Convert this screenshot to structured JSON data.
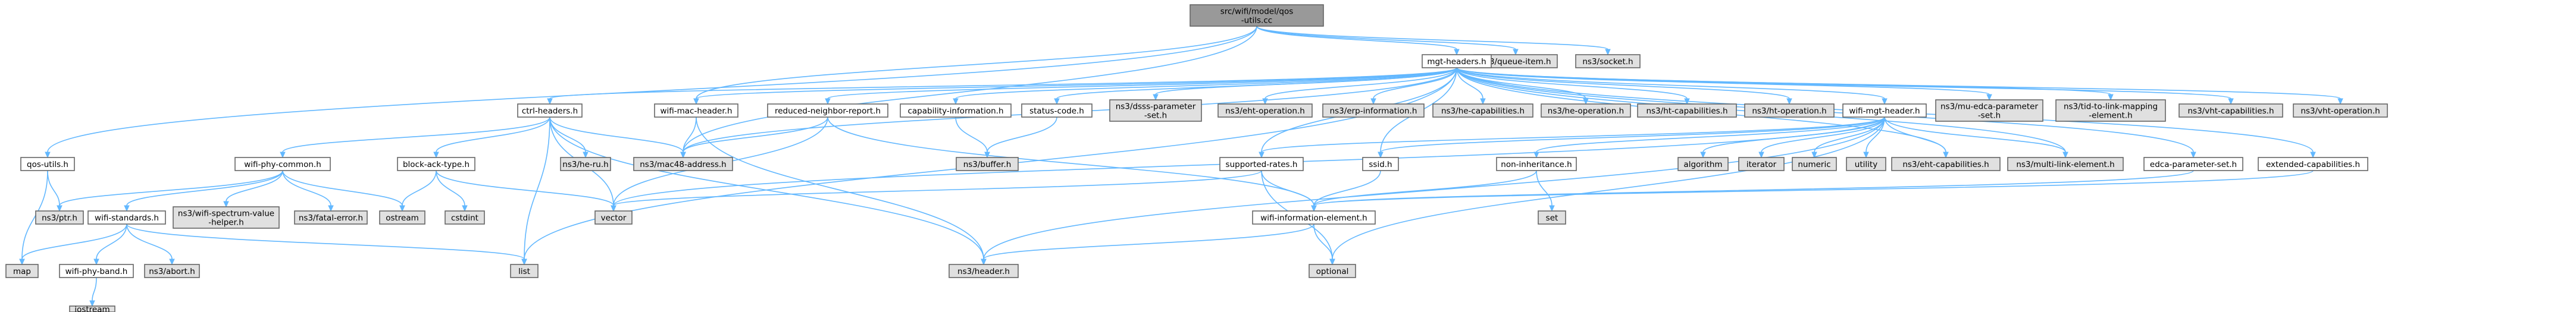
{
  "colors": {
    "root_fill": "#999999",
    "doc_fill": "#ffffff",
    "ext_fill": "#e0e0e0",
    "edge": "#63b8ff",
    "border": "#666666"
  },
  "nodes": [
    {
      "id": "root",
      "kind": "root",
      "lines": [
        "src/wifi/model/qos",
        "-utils.cc"
      ]
    },
    {
      "id": "queue_item",
      "kind": "ext",
      "lines": [
        "ns3/queue-item.h"
      ]
    },
    {
      "id": "socket",
      "kind": "ext",
      "lines": [
        "ns3/socket.h"
      ]
    },
    {
      "id": "mgt_headers",
      "kind": "doc",
      "lines": [
        "mgt-headers.h"
      ]
    },
    {
      "id": "qos_utils",
      "kind": "doc",
      "lines": [
        "qos-utils.h"
      ]
    },
    {
      "id": "ctrl_headers",
      "kind": "doc",
      "lines": [
        "ctrl-headers.h"
      ]
    },
    {
      "id": "wifi_mac_header",
      "kind": "doc",
      "lines": [
        "wifi-mac-header.h"
      ]
    },
    {
      "id": "reduced_neighbor",
      "kind": "doc",
      "lines": [
        "reduced-neighbor-report.h"
      ]
    },
    {
      "id": "capability_info",
      "kind": "doc",
      "lines": [
        "capability-information.h"
      ]
    },
    {
      "id": "status_code",
      "kind": "doc",
      "lines": [
        "status-code.h"
      ]
    },
    {
      "id": "dsss_param",
      "kind": "ext",
      "lines": [
        "ns3/dsss-parameter",
        "-set.h"
      ]
    },
    {
      "id": "eht_operation",
      "kind": "ext",
      "lines": [
        "ns3/eht-operation.h"
      ]
    },
    {
      "id": "erp_info",
      "kind": "ext",
      "lines": [
        "ns3/erp-information.h"
      ]
    },
    {
      "id": "he_cap",
      "kind": "ext",
      "lines": [
        "ns3/he-capabilities.h"
      ]
    },
    {
      "id": "he_op",
      "kind": "ext",
      "lines": [
        "ns3/he-operation.h"
      ]
    },
    {
      "id": "ht_cap",
      "kind": "ext",
      "lines": [
        "ns3/ht-capabilities.h"
      ]
    },
    {
      "id": "ht_op",
      "kind": "ext",
      "lines": [
        "ns3/ht-operation.h"
      ]
    },
    {
      "id": "wifi_mgt_header",
      "kind": "doc",
      "lines": [
        "wifi-mgt-header.h"
      ]
    },
    {
      "id": "mu_edca",
      "kind": "ext",
      "lines": [
        "ns3/mu-edca-parameter",
        "-set.h"
      ]
    },
    {
      "id": "tid_to_link",
      "kind": "ext",
      "lines": [
        "ns3/tid-to-link-mapping",
        "-element.h"
      ]
    },
    {
      "id": "vht_cap",
      "kind": "ext",
      "lines": [
        "ns3/vht-capabilities.h"
      ]
    },
    {
      "id": "vht_op",
      "kind": "ext",
      "lines": [
        "ns3/vht-operation.h"
      ]
    },
    {
      "id": "wifi_phy_common",
      "kind": "doc",
      "lines": [
        "wifi-phy-common.h"
      ]
    },
    {
      "id": "block_ack_type",
      "kind": "doc",
      "lines": [
        "block-ack-type.h"
      ]
    },
    {
      "id": "he_ru",
      "kind": "ext",
      "lines": [
        "ns3/he-ru.h"
      ]
    },
    {
      "id": "mac48",
      "kind": "ext",
      "lines": [
        "ns3/mac48-address.h"
      ]
    },
    {
      "id": "buffer",
      "kind": "ext",
      "lines": [
        "ns3/buffer.h"
      ]
    },
    {
      "id": "supported_rates",
      "kind": "doc",
      "lines": [
        "supported-rates.h"
      ]
    },
    {
      "id": "ssid",
      "kind": "doc",
      "lines": [
        "ssid.h"
      ]
    },
    {
      "id": "non_inheritance",
      "kind": "doc",
      "lines": [
        "non-inheritance.h"
      ]
    },
    {
      "id": "algorithm",
      "kind": "ext",
      "lines": [
        "algorithm"
      ]
    },
    {
      "id": "iterator",
      "kind": "ext",
      "lines": [
        "iterator"
      ]
    },
    {
      "id": "numeric",
      "kind": "ext",
      "lines": [
        "numeric"
      ]
    },
    {
      "id": "utility",
      "kind": "ext",
      "lines": [
        "utility"
      ]
    },
    {
      "id": "eht_cap",
      "kind": "ext",
      "lines": [
        "ns3/eht-capabilities.h"
      ]
    },
    {
      "id": "multi_link",
      "kind": "ext",
      "lines": [
        "ns3/multi-link-element.h"
      ]
    },
    {
      "id": "edca_param",
      "kind": "doc",
      "lines": [
        "edca-parameter-set.h"
      ]
    },
    {
      "id": "ext_cap",
      "kind": "doc",
      "lines": [
        "extended-capabilities.h"
      ]
    },
    {
      "id": "ptr",
      "kind": "ext",
      "lines": [
        "ns3/ptr.h"
      ]
    },
    {
      "id": "wifi_spectrum",
      "kind": "ext",
      "lines": [
        "ns3/wifi-spectrum-value",
        "-helper.h"
      ]
    },
    {
      "id": "fatal_error",
      "kind": "ext",
      "lines": [
        "ns3/fatal-error.h"
      ]
    },
    {
      "id": "ostream",
      "kind": "ext",
      "lines": [
        "ostream"
      ]
    },
    {
      "id": "cstdint",
      "kind": "ext",
      "lines": [
        "cstdint"
      ]
    },
    {
      "id": "wifi_standards",
      "kind": "doc",
      "lines": [
        "wifi-standards.h"
      ]
    },
    {
      "id": "vector",
      "kind": "ext",
      "lines": [
        "vector"
      ]
    },
    {
      "id": "wifi_info_elem",
      "kind": "doc",
      "lines": [
        "wifi-information-element.h"
      ]
    },
    {
      "id": "set",
      "kind": "ext",
      "lines": [
        "set"
      ]
    },
    {
      "id": "map",
      "kind": "ext",
      "lines": [
        "map"
      ]
    },
    {
      "id": "wifi_phy_band",
      "kind": "doc",
      "lines": [
        "wifi-phy-band.h"
      ]
    },
    {
      "id": "abort",
      "kind": "ext",
      "lines": [
        "ns3/abort.h"
      ]
    },
    {
      "id": "list",
      "kind": "ext",
      "lines": [
        "list"
      ]
    },
    {
      "id": "header",
      "kind": "ext",
      "lines": [
        "ns3/header.h"
      ]
    },
    {
      "id": "optional",
      "kind": "ext",
      "lines": [
        "optional"
      ]
    },
    {
      "id": "iostream",
      "kind": "ext",
      "lines": [
        "iostream"
      ]
    }
  ],
  "edges": [
    [
      "root",
      "queue_item"
    ],
    [
      "root",
      "socket"
    ],
    [
      "root",
      "mgt_headers"
    ],
    [
      "root",
      "qos_utils"
    ],
    [
      "root",
      "wifi_mac_header"
    ],
    [
      "root",
      "mac48"
    ],
    [
      "mgt_headers",
      "ctrl_headers"
    ],
    [
      "mgt_headers",
      "wifi_mac_header"
    ],
    [
      "mgt_headers",
      "reduced_neighbor"
    ],
    [
      "mgt_headers",
      "capability_info"
    ],
    [
      "mgt_headers",
      "status_code"
    ],
    [
      "mgt_headers",
      "dsss_param"
    ],
    [
      "mgt_headers",
      "eht_operation"
    ],
    [
      "mgt_headers",
      "erp_info"
    ],
    [
      "mgt_headers",
      "he_cap"
    ],
    [
      "mgt_headers",
      "he_op"
    ],
    [
      "mgt_headers",
      "ht_cap"
    ],
    [
      "mgt_headers",
      "ht_op"
    ],
    [
      "mgt_headers",
      "wifi_mgt_header"
    ],
    [
      "mgt_headers",
      "mu_edca"
    ],
    [
      "mgt_headers",
      "tid_to_link"
    ],
    [
      "mgt_headers",
      "vht_cap"
    ],
    [
      "mgt_headers",
      "vht_op"
    ],
    [
      "mgt_headers",
      "supported_rates"
    ],
    [
      "mgt_headers",
      "ssid"
    ],
    [
      "mgt_headers",
      "edca_param"
    ],
    [
      "mgt_headers",
      "ext_cap"
    ],
    [
      "mgt_headers",
      "multi_link"
    ],
    [
      "mgt_headers",
      "eht_cap"
    ],
    [
      "mgt_headers",
      "mac48"
    ],
    [
      "mgt_headers",
      "list"
    ],
    [
      "qos_utils",
      "ptr"
    ],
    [
      "qos_utils",
      "map"
    ],
    [
      "ctrl_headers",
      "wifi_phy_common"
    ],
    [
      "ctrl_headers",
      "block_ack_type"
    ],
    [
      "ctrl_headers",
      "he_ru"
    ],
    [
      "ctrl_headers",
      "mac48"
    ],
    [
      "ctrl_headers",
      "header"
    ],
    [
      "ctrl_headers",
      "list"
    ],
    [
      "ctrl_headers",
      "vector"
    ],
    [
      "wifi_mac_header",
      "mac48"
    ],
    [
      "wifi_mac_header",
      "header"
    ],
    [
      "reduced_neighbor",
      "mac48"
    ],
    [
      "reduced_neighbor",
      "wifi_info_elem"
    ],
    [
      "reduced_neighbor",
      "vector"
    ],
    [
      "capability_info",
      "buffer"
    ],
    [
      "status_code",
      "buffer"
    ],
    [
      "wifi_phy_common",
      "ptr"
    ],
    [
      "wifi_phy_common",
      "wifi_spectrum"
    ],
    [
      "wifi_phy_common",
      "fatal_error"
    ],
    [
      "wifi_phy_common",
      "ostream"
    ],
    [
      "wifi_phy_common",
      "wifi_standards"
    ],
    [
      "block_ack_type",
      "ostream"
    ],
    [
      "block_ack_type",
      "cstdint"
    ],
    [
      "block_ack_type",
      "vector"
    ],
    [
      "wifi_standards",
      "map"
    ],
    [
      "wifi_standards",
      "list"
    ],
    [
      "wifi_standards",
      "wifi_phy_band"
    ],
    [
      "wifi_standards",
      "abort"
    ],
    [
      "wifi_phy_band",
      "iostream"
    ],
    [
      "wifi_mgt_header",
      "supported_rates"
    ],
    [
      "wifi_mgt_header",
      "ssid"
    ],
    [
      "wifi_mgt_header",
      "non_inheritance"
    ],
    [
      "wifi_mgt_header",
      "algorithm"
    ],
    [
      "wifi_mgt_header",
      "iterator"
    ],
    [
      "wifi_mgt_header",
      "numeric"
    ],
    [
      "wifi_mgt_header",
      "utility"
    ],
    [
      "wifi_mgt_header",
      "eht_cap"
    ],
    [
      "wifi_mgt_header",
      "multi_link"
    ],
    [
      "wifi_mgt_header",
      "vector"
    ],
    [
      "wifi_mgt_header",
      "optional"
    ],
    [
      "wifi_mgt_header",
      "header"
    ],
    [
      "supported_rates",
      "wifi_info_elem"
    ],
    [
      "supported_rates",
      "vector"
    ],
    [
      "supported_rates",
      "optional"
    ],
    [
      "ssid",
      "wifi_info_elem"
    ],
    [
      "non_inheritance",
      "wifi_info_elem"
    ],
    [
      "non_inheritance",
      "set"
    ],
    [
      "edca_param",
      "wifi_info_elem"
    ],
    [
      "ext_cap",
      "wifi_info_elem"
    ],
    [
      "wifi_info_elem",
      "header"
    ],
    [
      "wifi_info_elem",
      "optional"
    ]
  ]
}
